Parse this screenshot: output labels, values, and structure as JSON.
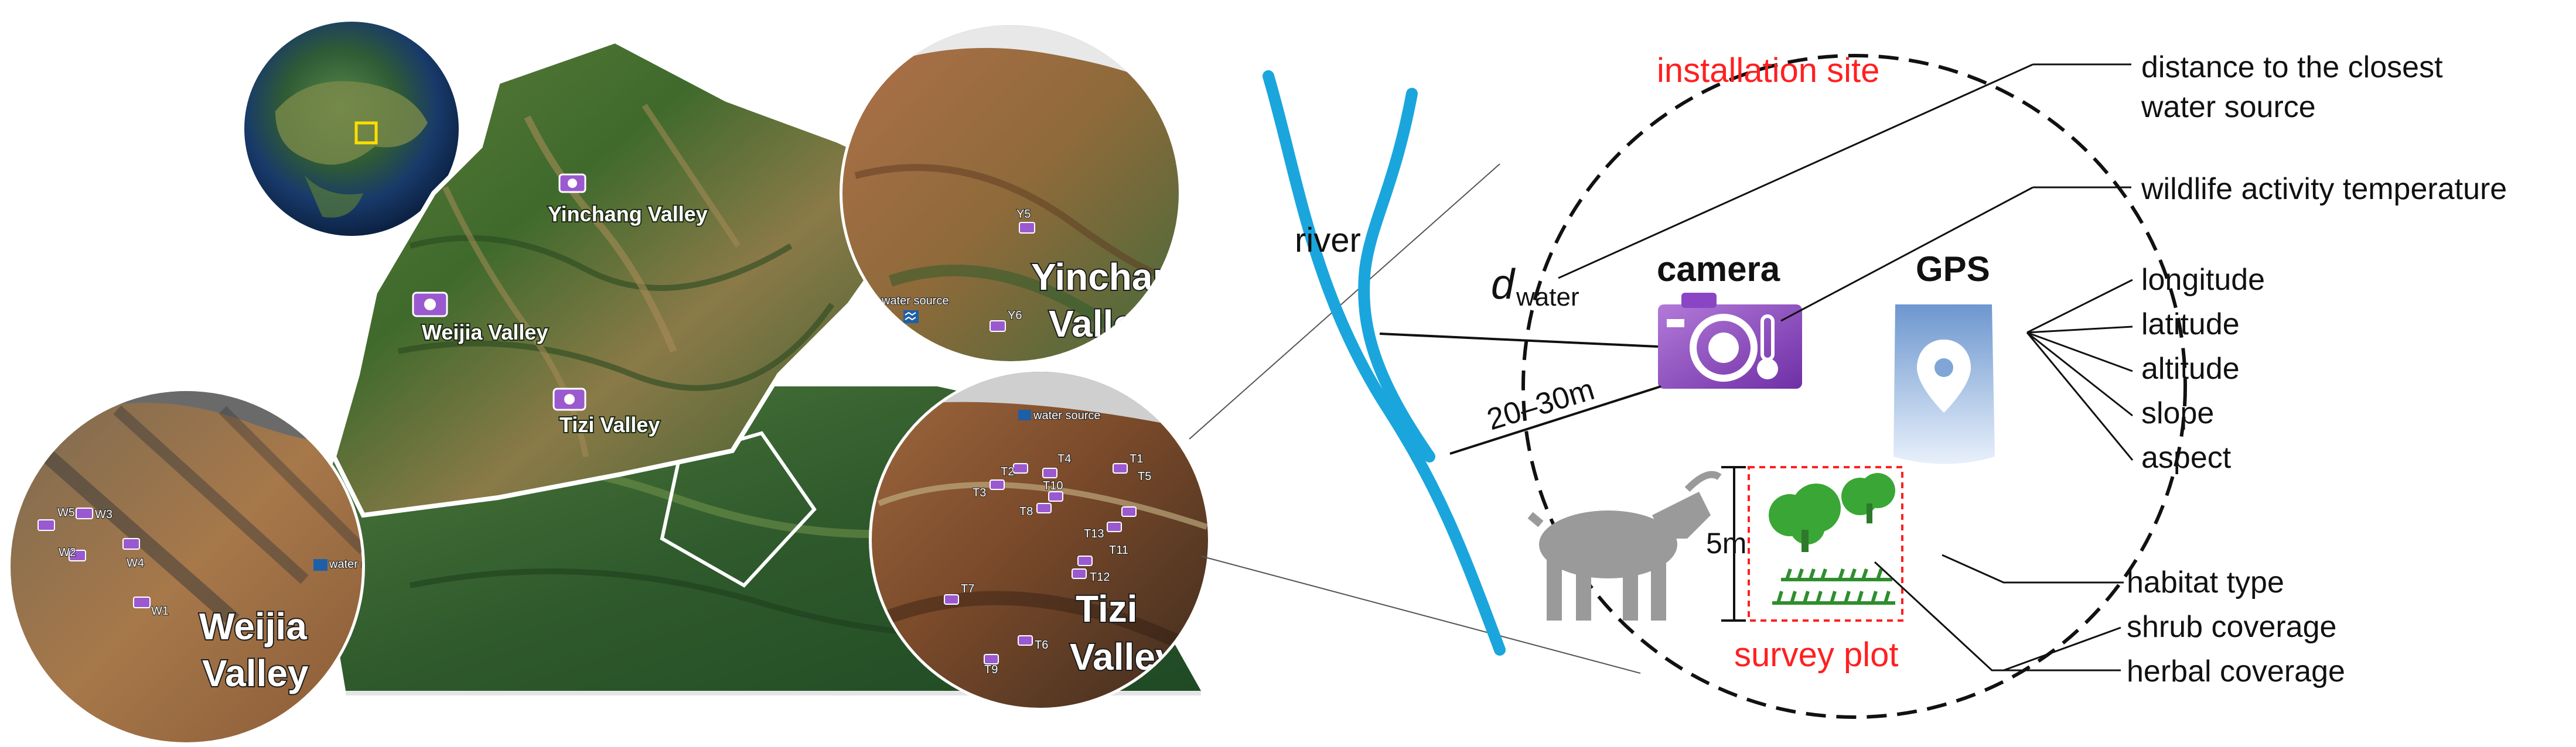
{
  "map": {
    "valleys": {
      "yinchang": "Yinchang Valley",
      "weijia": "Weijia Valley",
      "tizi": "Tizi Valley"
    },
    "insets": {
      "yinchang": {
        "line1": "Yinchang",
        "line2": "Valley",
        "cameras": [
          "Y5",
          "Y6"
        ],
        "water": "water source"
      },
      "tizi": {
        "line1": "Tizi",
        "line2": "Valley",
        "cameras": [
          "T1",
          "T2",
          "T3",
          "T4",
          "T5",
          "T6",
          "T7",
          "T8",
          "T9",
          "T10",
          "T11",
          "T12",
          "T13"
        ],
        "water": "water source"
      },
      "weijia": {
        "line1": "Weijia",
        "line2": "Valley",
        "cameras": [
          "W1",
          "W2",
          "W3",
          "W4",
          "W5"
        ],
        "water": "water source"
      }
    }
  },
  "diagram": {
    "site_title": "installation site",
    "river": "river",
    "d_symbol": "d",
    "d_subscript": "water",
    "camera": "camera",
    "gps": "GPS",
    "distance_range": "20–30m",
    "plot_height": "5m",
    "survey_plot": "survey plot",
    "variables": {
      "distance_line1": "distance to the closest",
      "distance_line2": "water source",
      "temperature": "wildlife activity temperature",
      "longitude": "longitude",
      "latitude": "latitude",
      "altitude": "altitude",
      "slope": "slope",
      "aspect": "aspect",
      "habitat": "habitat type",
      "shrub": "shrub coverage",
      "herbal": "herbal coverage"
    }
  },
  "colors": {
    "river": "#1aa6dd",
    "red_text": "#ff2020",
    "camera": "#8a3fc0",
    "gps": "#7fa6d6"
  },
  "icons": [
    "globe-icon",
    "camera-icon",
    "thermometer-icon",
    "gps-icon",
    "goat-icon",
    "shrub-icon",
    "grass-icon",
    "water-source-icon"
  ]
}
